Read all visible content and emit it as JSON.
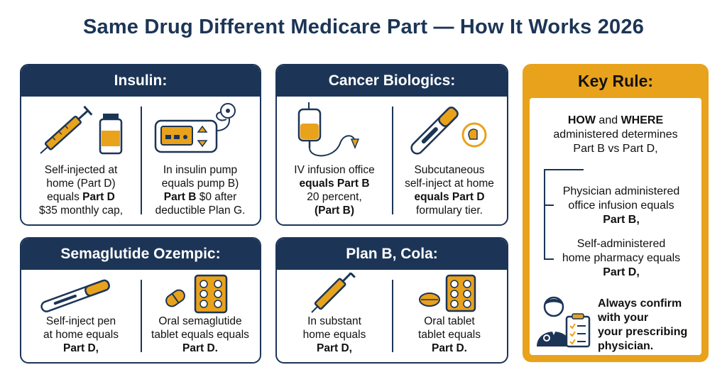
{
  "title": "Same Drug Different Medicare Part — How It Works 2026",
  "insulin": {
    "header": "Insulin:",
    "left_lines": [
      "Self-injected at",
      "home (Part D)"
    ],
    "left_b1": "equals ",
    "left_b1b": "Part D",
    "left_last": "$35 monthly cap,",
    "right_lines": [
      "In insulin pump",
      "equals pump B)"
    ],
    "right_b": "Part B",
    "right_b_rest": " $0 after",
    "right_last": "deductible Plan G."
  },
  "cancer": {
    "header": "Cancer Biologics:",
    "left_1": "IV infusion office",
    "left_2": "equals Part B",
    "left_3": "20 percent,",
    "left_4": "(Part B)",
    "right_1": "Subcutaneous",
    "right_2": "self-inject at home",
    "right_3": "equals Part D",
    "right_4": "formulary tier."
  },
  "semaglutide": {
    "header": "Semaglutide Ozempic:",
    "left_1": "Self-inject pen",
    "left_2": "at home equals",
    "left_3": "Part D,",
    "right_1": "Oral semaglutide",
    "right_2": "tablet equals equals",
    "right_3": "Part D."
  },
  "planb": {
    "header": "Plan B, Cola:",
    "left_1": "In substant",
    "left_2": "home equals",
    "left_3": "Part D,",
    "right_1": "Oral tablet",
    "right_2": "tablet equals",
    "right_3": "Part D."
  },
  "key_rule": {
    "header": "Key Rule:",
    "p1_b1": "HOW",
    "p1_and": " and ",
    "p1_b2": "WHERE",
    "p1_l2": "administered determines",
    "p1_l3": "Part B vs Part D,",
    "p2_l1": "Physician administered",
    "p2_l2": "office infusion equals",
    "p2_l3": "Part B,",
    "p3_l1": "Self-administered",
    "p3_l2": "home pharmacy equals",
    "p3_l3": "Part D,",
    "p4_l1": "Always confirm",
    "p4_l2": "with your",
    "p4_l3": "your prescribing",
    "p4_l4": "physician."
  },
  "colors": {
    "navy": "#1c3556",
    "gold": "#e9a21b"
  }
}
